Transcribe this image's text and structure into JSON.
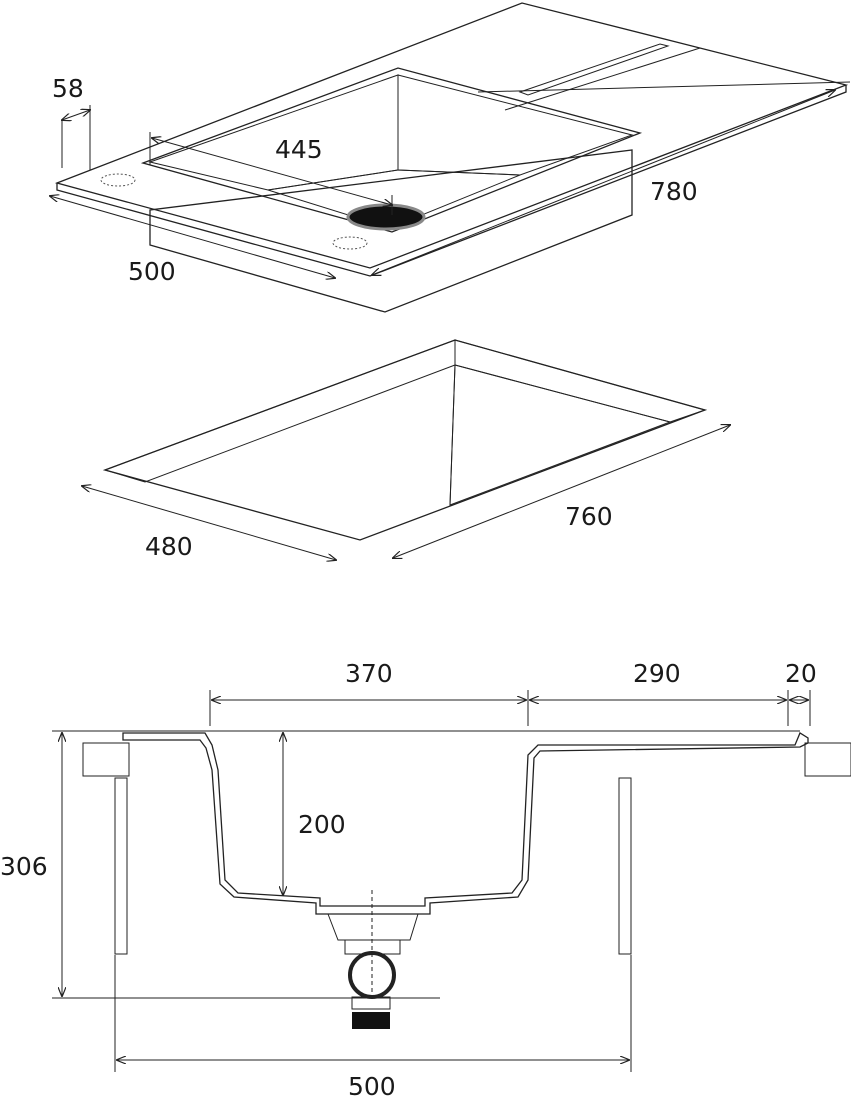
{
  "top_view": {
    "tap_hole_offset": "58",
    "bowl_width": "445",
    "overall_length": "780",
    "overall_depth": "500"
  },
  "cutout": {
    "cutout_depth": "480",
    "cutout_length": "760"
  },
  "section": {
    "bowl_length": "370",
    "drainer_length": "290",
    "rim_overhang": "20",
    "bowl_depth": "200",
    "total_height": "306",
    "cabinet_width": "500"
  },
  "colors": {
    "fill": "#e3e3e3",
    "shade": "#cfcfcf",
    "line": "#222222"
  }
}
